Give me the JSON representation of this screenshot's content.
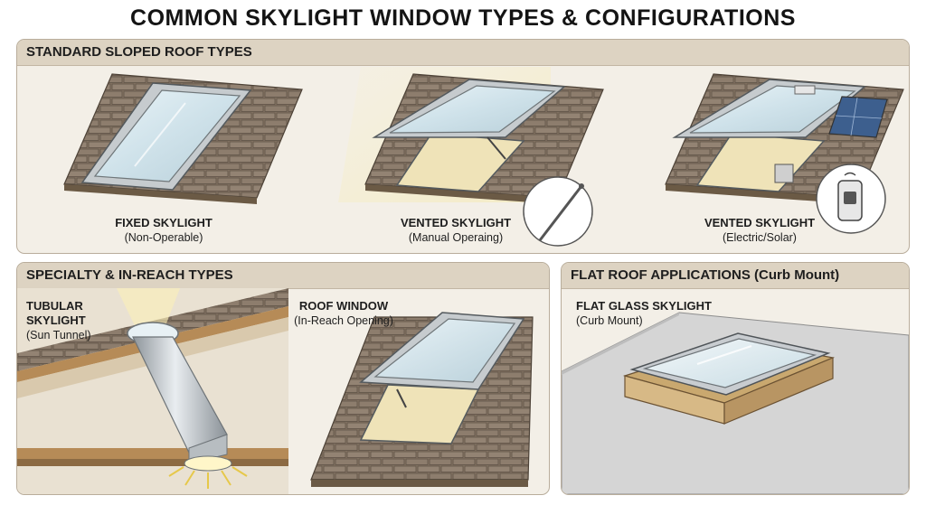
{
  "title": "COMMON SKYLIGHT WINDOW TYPES & CONFIGURATIONS",
  "sections": {
    "standard": {
      "header": "STANDARD SLOPED ROOF TYPES",
      "items": [
        {
          "name": "FIXED SKYLIGHT",
          "sub": "(Non-Operable)"
        },
        {
          "name": "VENTED SKYLIGHT",
          "sub": "(Manual Operaing)"
        },
        {
          "name": "VENTED SKYLIGHT",
          "sub": "(Electric/Solar)"
        }
      ]
    },
    "specialty": {
      "header": "SPECIALTY & IN-REACH TYPES",
      "items": [
        {
          "name_line1": "TUBULAR",
          "name_line2": "SKYLIGHT",
          "sub": "(Sun Tunnel)"
        },
        {
          "name": "ROOF WINDOW",
          "sub": "(In-Reach Opening)"
        }
      ]
    },
    "flat": {
      "header": "FLAT ROOF APPLICATIONS (Curb Mount)",
      "items": [
        {
          "name": "FLAT GLASS SKYLIGHT",
          "sub": "(Curb Mount)"
        }
      ]
    }
  },
  "colors": {
    "panel_bg": "#f3efe7",
    "header_bg": "#ddd3c2",
    "shingle": "#8a7a6a",
    "glass": "#cfe3ec",
    "frame": "#b9bec2",
    "sunlight": "#f6eaa0"
  },
  "icons": [
    "crank-rod-icon",
    "solar-panel-icon",
    "remote-control-icon",
    "sunlight-rays-icon"
  ]
}
